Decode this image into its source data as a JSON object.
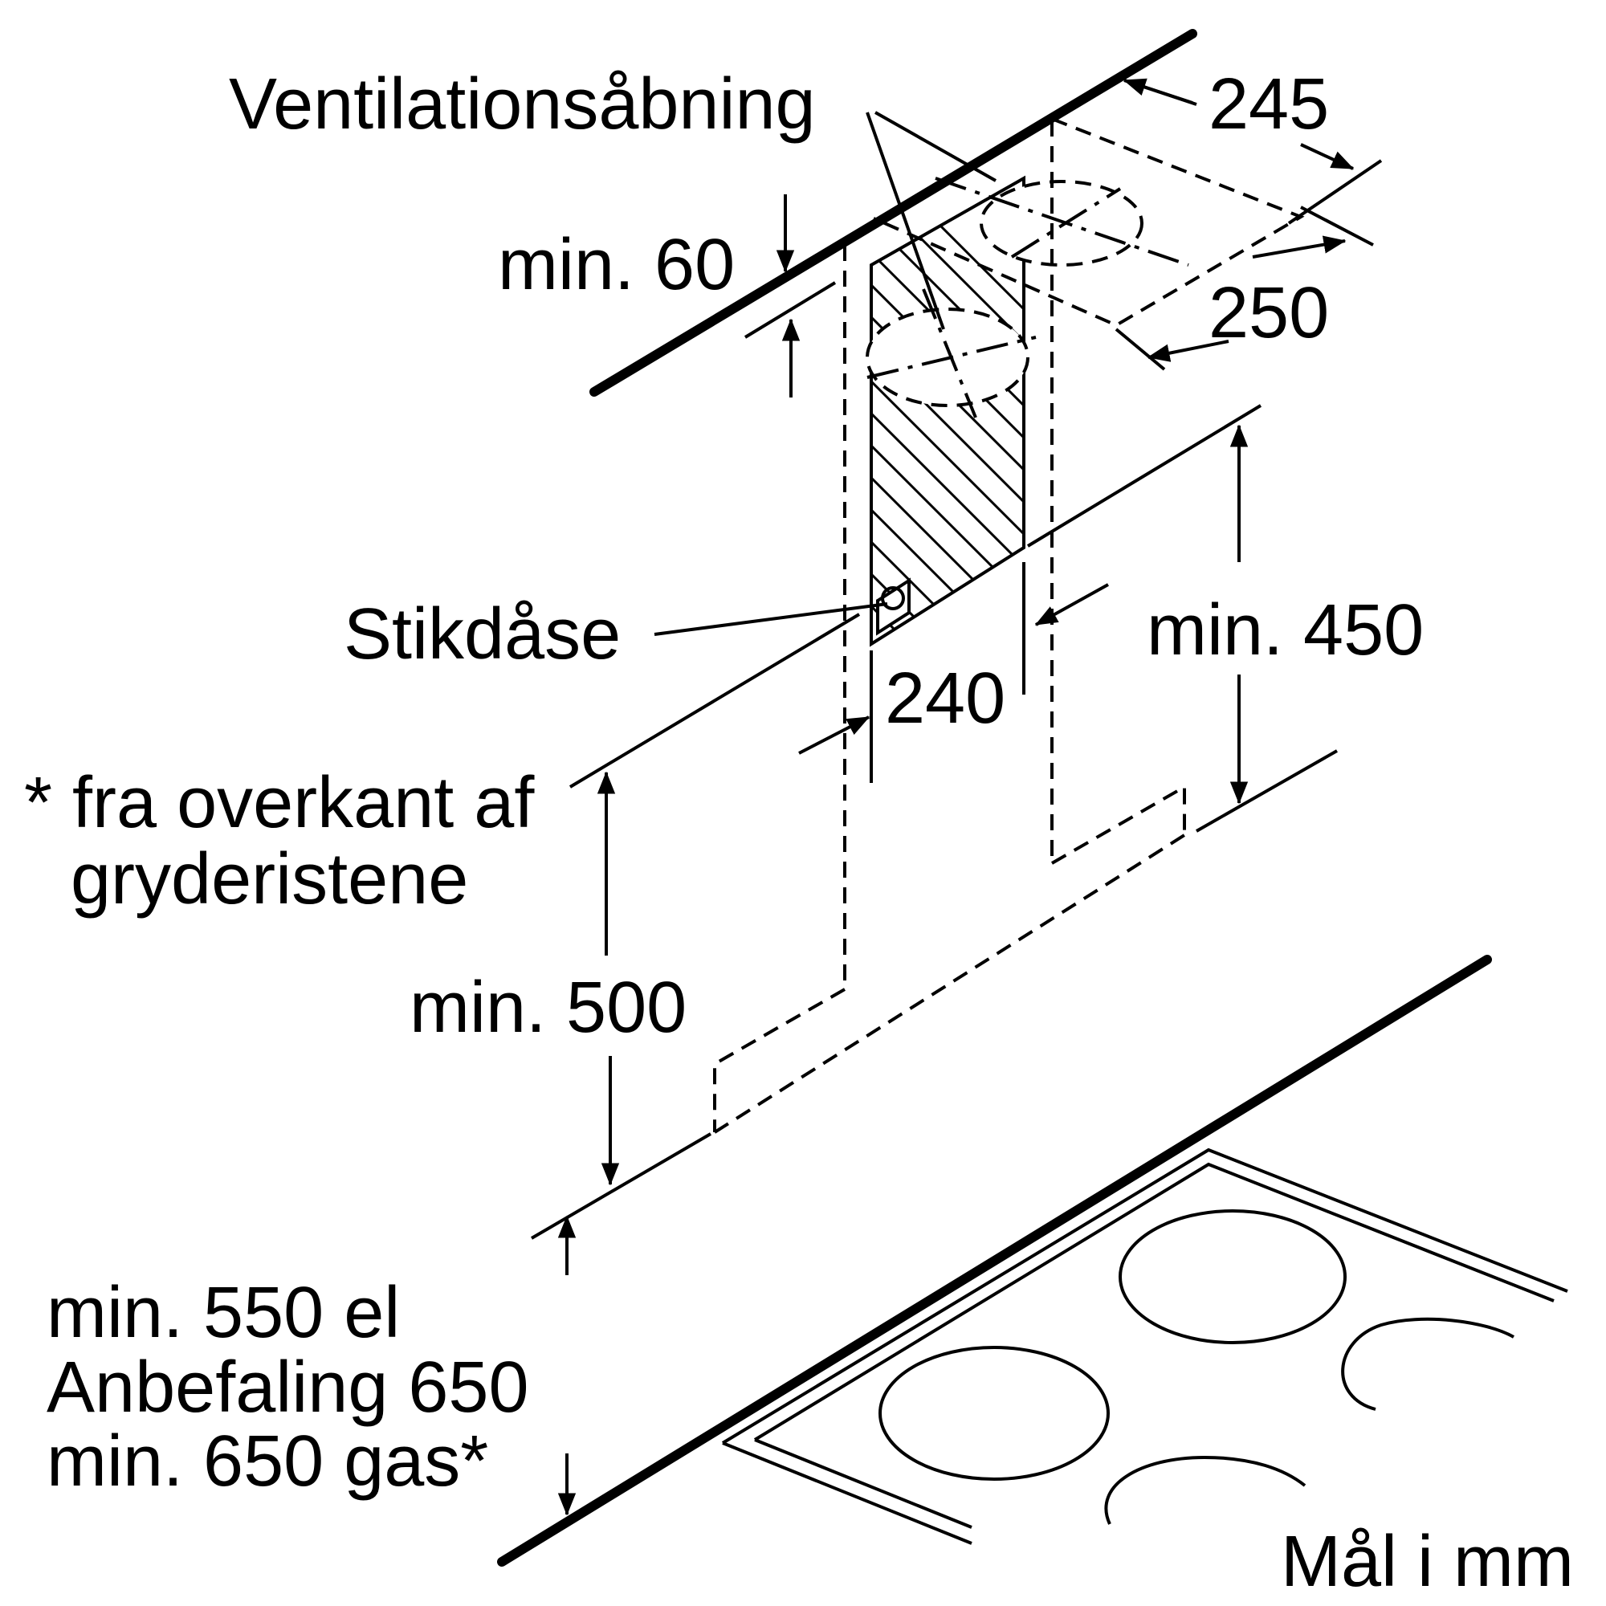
{
  "labels": {
    "ventilation": "Ventilationsåbning",
    "socket": "Stikdåse",
    "min60": "min. 60",
    "dim245": "245",
    "dim250": "250",
    "dim240": "240",
    "min450": "min. 450",
    "note_line1": "* fra overkant af",
    "note_line2": "gryderistene",
    "min500": "min. 500",
    "clearance_line1": "min. 550 el",
    "clearance_line2": "Anbefaling 650",
    "clearance_line3": "min. 650 gas*",
    "units": "Mål i mm"
  }
}
